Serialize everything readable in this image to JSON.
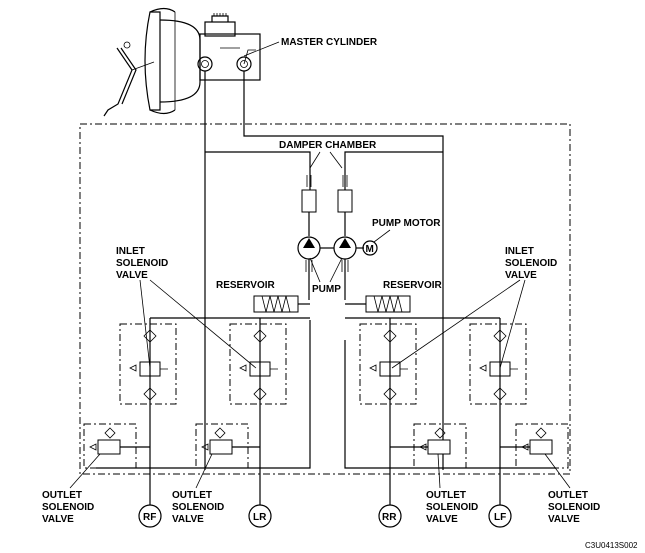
{
  "labels": {
    "master_cylinder": "MASTER CYLINDER",
    "damper_chamber": "DAMPER CHAMBER",
    "pump_motor": "PUMP MOTOR",
    "pump": "PUMP",
    "reservoir_left": "RESERVOIR",
    "reservoir_right": "RESERVOIR",
    "inlet_left": [
      "INLET",
      "SOLENOID",
      "VALVE"
    ],
    "inlet_right": [
      "INLET",
      "SOLENOID",
      "VALVE"
    ],
    "outlet_1": [
      "OUTLET",
      "SOLENOID",
      "VALVE"
    ],
    "outlet_2": [
      "OUTLET",
      "SOLENOID",
      "VALVE"
    ],
    "outlet_3": [
      "OUTLET",
      "SOLENOID",
      "VALVE"
    ],
    "outlet_4": [
      "OUTLET",
      "SOLENOID",
      "VALVE"
    ],
    "motor_symbol": "M",
    "wheels": [
      "RF",
      "LR",
      "RR",
      "LF"
    ],
    "code": "C3U0413S002"
  }
}
